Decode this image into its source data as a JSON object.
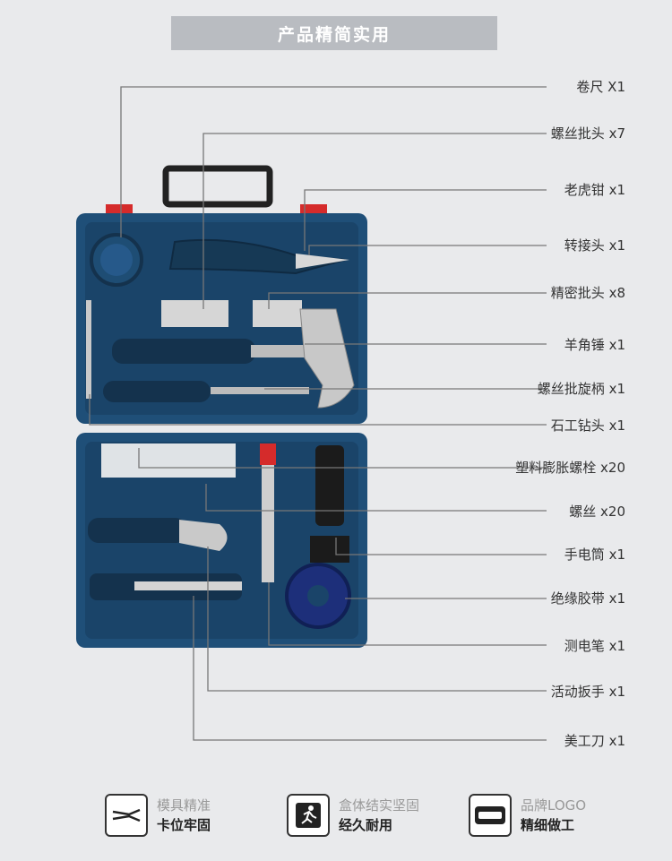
{
  "banner": {
    "title": "产品精简实用"
  },
  "items": [
    {
      "label": "卷尺 X1"
    },
    {
      "label": "螺丝批头 x7"
    },
    {
      "label": "老虎钳 x1"
    },
    {
      "label": "转接头 x1"
    },
    {
      "label": "精密批头 x8"
    },
    {
      "label": "羊角锤 x1"
    },
    {
      "label": "螺丝批旋柄  x1"
    },
    {
      "label": "石工钻头 x1"
    },
    {
      "label": "塑料膨胀螺栓 x20"
    },
    {
      "label": "螺丝 x20"
    },
    {
      "label": "手电筒 x1"
    },
    {
      "label": "绝缘胶带 x1"
    },
    {
      "label": "测电笔 x1"
    },
    {
      "label": "活动扳手  x1"
    },
    {
      "label": "美工刀 x1"
    }
  ],
  "features": [
    {
      "line1": "模具精准",
      "line2": "卡位牢固",
      "icon": "pliers-icon"
    },
    {
      "line1": "盒体结实坚固",
      "line2": "经久耐用",
      "icon": "running-man-icon"
    },
    {
      "line1": "品牌LOGO",
      "line2": "精细做工",
      "icon": "bosch-logo-icon"
    }
  ],
  "colors": {
    "case": "#1f4f78",
    "case_dark": "#173e60",
    "latch": "#d52b2b",
    "background": "#e9eaec"
  }
}
